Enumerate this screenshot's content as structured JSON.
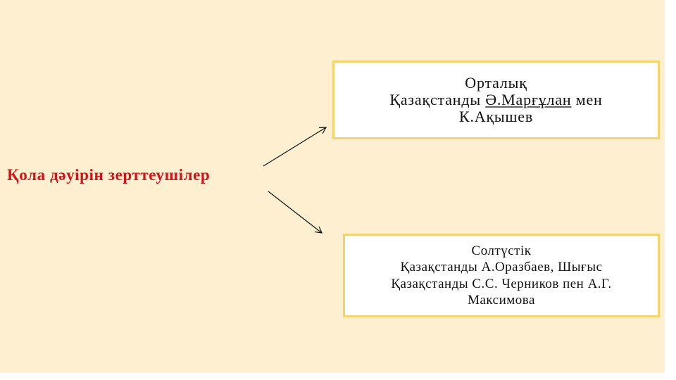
{
  "title": "Қола дәуірін зерттеушілер",
  "boxes": [
    {
      "heading": "Орталық",
      "line2_prefix": "Қазақстанды ",
      "line2_underlined": "Ә.Марғұлан",
      "line2_suffix": " мен",
      "line3": "К.Ақышев"
    },
    {
      "heading": "Солтүстік",
      "lines": [
        "Қазақстанды А.Оразбаев, Шығыс",
        "Қазақстанды С.С. Черников пен А.Г.",
        "Максимова"
      ]
    }
  ],
  "colors": {
    "background": "#fdefcf",
    "title": "#d0141a",
    "box_border": "#f3d36b"
  }
}
